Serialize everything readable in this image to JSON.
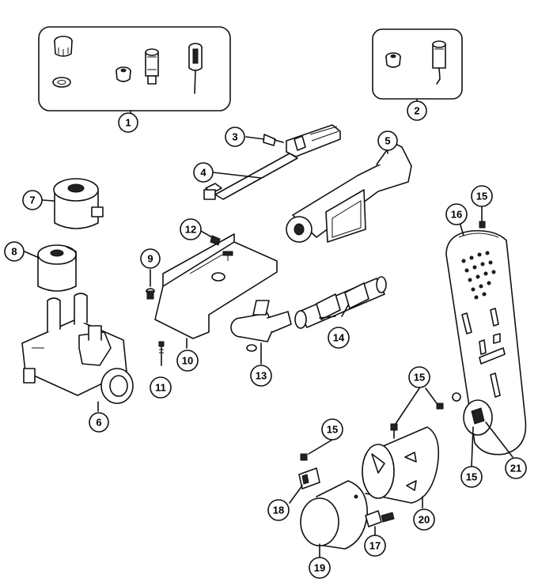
{
  "diagram": {
    "callouts": [
      "1",
      "2",
      "3",
      "4",
      "5",
      "7",
      "8",
      "9",
      "10",
      "11",
      "12",
      "13",
      "14",
      "15",
      "15",
      "15",
      "15",
      "15",
      "16",
      "17",
      "18",
      "19",
      "20",
      "21",
      "6"
    ]
  }
}
